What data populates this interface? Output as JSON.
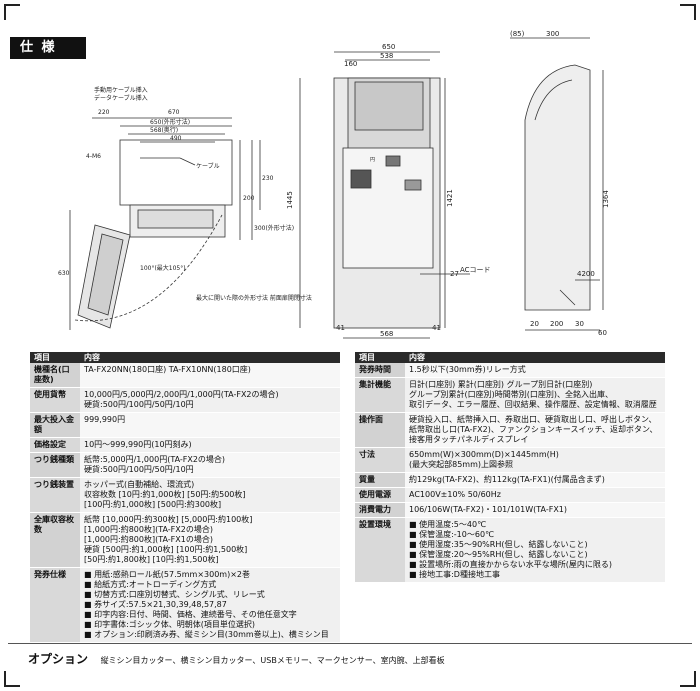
{
  "section_title": "仕 様",
  "diagram": {
    "top_view": {
      "note1": "手動用ケーブル挿入",
      "note2": "データケーブル挿入",
      "dims": [
        "220",
        "670",
        "650(外形寸法)",
        "568(奥行)",
        "490",
        "4-M6",
        "ケーブル",
        "200",
        "230",
        "300(外形寸法)",
        "630",
        "100°(最大105°)"
      ],
      "bottom_note": "最大に開いた際の外形寸法 前面扉開閉寸法"
    },
    "front_view": {
      "dims": [
        "650",
        "538",
        "160",
        "1445",
        "1421",
        "27",
        "41",
        "41",
        "568",
        "ACコード"
      ],
      "coin_label": "円"
    },
    "side_view": {
      "dims": [
        "(85)",
        "300",
        "1364",
        "4200",
        "20",
        "200",
        "30",
        "60"
      ]
    }
  },
  "left_table": {
    "header": [
      "項目",
      "内容"
    ],
    "rows": [
      {
        "k": "機種名(口座数)",
        "v": [
          "TA-FX20NN(180口座) TA-FX10NN(180口座)"
        ]
      },
      {
        "k": "使用貨幣",
        "v": [
          "10,000円/5,000円/2,000円/1,000円(TA-FX2の場合)",
          "硬貨:500円/100円/50円/10円"
        ]
      },
      {
        "k": "最大投入金額",
        "v": [
          "999,990円"
        ]
      },
      {
        "k": "価格設定",
        "v": [
          "10円〜999,990円(10円刻み)"
        ]
      },
      {
        "k": "つり銭種類",
        "v": [
          "紙幣:5,000円/1,000円(TA-FX2の場合)",
          "硬貨:500円/100円/50円/10円"
        ]
      },
      {
        "k": "つり銭装置",
        "v": [
          "ホッパー式(自動補給、環流式)",
          "収容枚数 [10円:約1,000枚] [50円:約500枚]",
          "[100円:約1,000枚] [500円:約300枚]"
        ]
      },
      {
        "k": "全庫収容枚数",
        "v": [
          "紙幣 [10,000円:約300枚] [5,000円:約100枚]",
          "[1,000円:約800枚](TA-FX2の場合)",
          "[1,000円:約800枚](TA-FX1の場合)",
          "硬貨 [500円:約1,000枚] [100円:約1,500枚]",
          "[50円:約1,800枚] [10円:約1,500枚]"
        ]
      },
      {
        "k": "発券仕様",
        "v": [
          "■ 用紙:感熱ロール紙(57.5mm×300m)×2巻",
          "■ 給紙方式:オートローディング方式",
          "■ 切替方式:口座別切替式、シングル式、リレー式",
          "■ 券サイズ:57.5×21,30,39,48,57,87",
          "■ 印字内容:日付、時間、価格、連続番号、その他任意文字",
          "■ 印字書体:ゴシック体、明朝体(項目単位選択)",
          "■ オプション:印刷済み券、縦ミシン目(30mm巻以上)、横ミシン目"
        ]
      }
    ]
  },
  "right_table": {
    "header": [
      "項目",
      "内容"
    ],
    "rows": [
      {
        "k": "発券時間",
        "v": [
          "1.5秒以下(30mm券)リレー方式"
        ]
      },
      {
        "k": "集計機能",
        "v": [
          "日計(口座別) 累計(口座別) グループ別日計(口座別)",
          "グループ別累計(口座別)時間帯別(口座別)、全銘入出庫、",
          "取引データ、エラー履歴、回収結果、操作履歴、設定情報、取消履歴"
        ]
      },
      {
        "k": "操作面",
        "v": [
          "硬貨投入口、紙幣挿入口、券取出口、硬貨取出し口、呼出しボタン、",
          "紙幣取出し口(TA-FX2)、ファンクションキースイッチ、返却ボタン、",
          "接客用タッチパネルディスプレイ"
        ]
      },
      {
        "k": "寸法",
        "v": [
          "650mm(W)×300mm(D)×1445mm(H)",
          "(最大突起部85mm)上図参照"
        ]
      },
      {
        "k": "質量",
        "v": [
          "約129kg(TA-FX2)、約112kg(TA-FX1)(付属品含まず)"
        ]
      },
      {
        "k": "使用電源",
        "v": [
          "AC100V±10% 50/60Hz"
        ]
      },
      {
        "k": "消費電力",
        "v": [
          "106/106W(TA-FX2)・101/101W(TA-FX1)"
        ]
      },
      {
        "k": "設置環境",
        "v": [
          "■ 使用温度:5〜40℃",
          "■ 保管温度:-10〜60℃",
          "■ 使用湿度:35〜90%RH(但し、結露しないこと)",
          "■ 保管湿度:20〜95%RH(但し、結露しないこと)",
          "■ 設置場所:雨の直接かからない水平な場所(屋内に限る)",
          "■ 接地工事:D種接地工事"
        ]
      }
    ]
  },
  "options": {
    "heading": "オプション",
    "text": "縦ミシン目カッター、横ミシン目カッター、USBメモリー、マークセンサー、室内腕、上部看板"
  }
}
